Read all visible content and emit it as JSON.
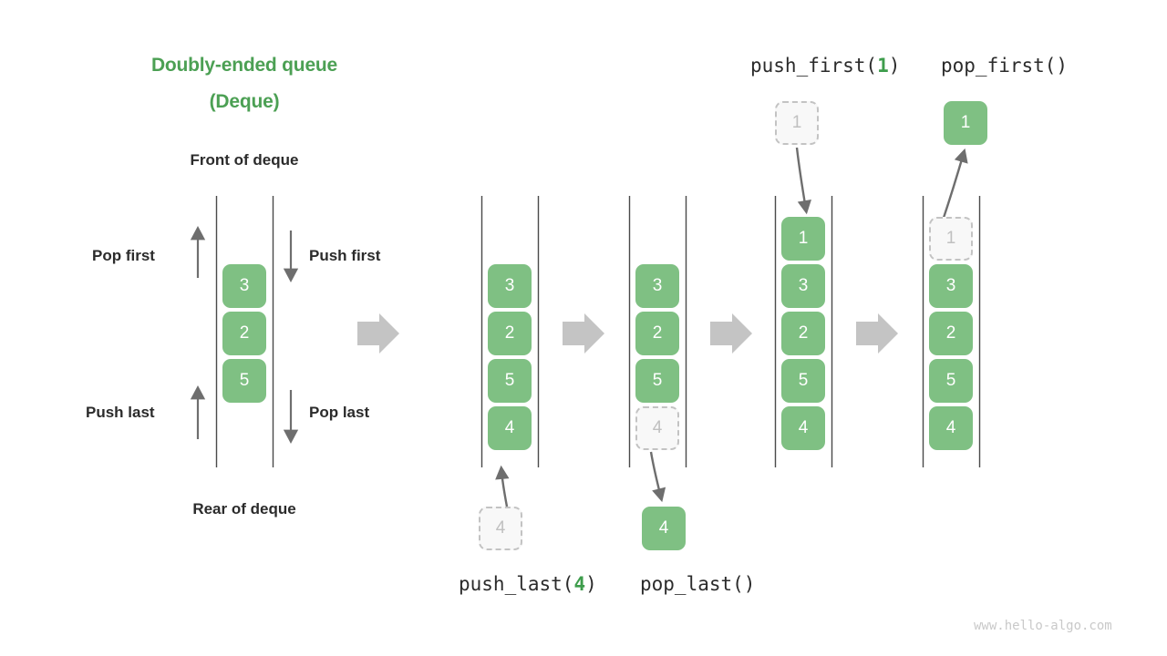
{
  "diagram": {
    "title_line1": "Doubly-ended queue",
    "title_line2": "(Deque)",
    "front_label": "Front of deque",
    "rear_label": "Rear of deque",
    "watermark": "www.hello-algo.com",
    "colors": {
      "title_green": "#4CA054",
      "cell_green": "#7FC083",
      "ghost_fill": "#F8F8F8",
      "ghost_border": "#C3C3C3",
      "ghost_text": "#C0C0C0",
      "rail": "#4a4a4a",
      "flow_arrow": "#C4C4C4",
      "motion_arrow": "#6E6E6E",
      "text_dark": "#2b2b2b",
      "watermark_gray": "#c9c9c9"
    }
  },
  "operations": {
    "pop_first": "Pop first",
    "push_first": "Push first",
    "push_last": "Push last",
    "pop_last": "Pop last"
  },
  "captions": {
    "push_last": {
      "name": "push_last(",
      "arg": "4",
      "close": ")"
    },
    "pop_last": {
      "name": "pop_last()",
      "arg": "",
      "close": ""
    },
    "push_first": {
      "name": "push_first(",
      "arg": "1",
      "close": ")"
    },
    "pop_first": {
      "name": "pop_first()",
      "arg": "",
      "close": ""
    }
  },
  "panels": [
    {
      "id": "initial",
      "cells": [
        "3",
        "2",
        "5"
      ],
      "ghost_index": -1
    },
    {
      "id": "after-push-last",
      "cells": [
        "3",
        "2",
        "5",
        "4"
      ],
      "ghost_index": -1,
      "incoming_value": "4"
    },
    {
      "id": "before-pop-last",
      "cells": [
        "3",
        "2",
        "5",
        "4"
      ],
      "ghost_index": 3,
      "outgoing_value": "4"
    },
    {
      "id": "after-push-first",
      "cells": [
        "1",
        "3",
        "2",
        "5",
        "4"
      ],
      "ghost_index": -1,
      "incoming_value": "1"
    },
    {
      "id": "before-pop-first",
      "cells": [
        "1",
        "3",
        "2",
        "5",
        "4"
      ],
      "ghost_index": 0,
      "outgoing_value": "1"
    }
  ],
  "flow_arrows": {
    "count": 4,
    "label": "transition"
  }
}
